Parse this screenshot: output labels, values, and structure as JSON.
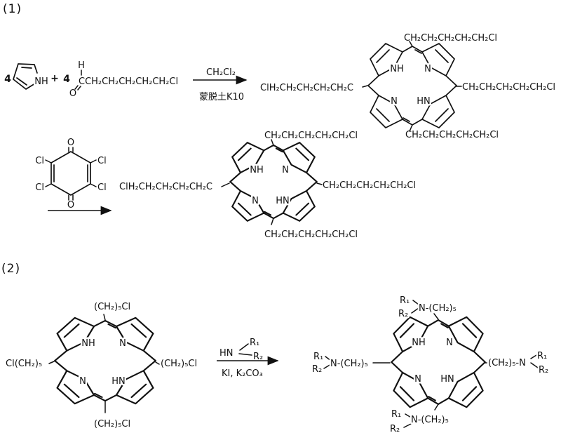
{
  "page": {
    "background": "#ffffff",
    "ink": "#111111"
  },
  "sections": {
    "one": "(1)",
    "two": "(2)"
  },
  "ring": {
    "nh": "NH",
    "n": "N",
    "hn": "HN"
  },
  "scheme1": {
    "pyrrole_coeff": "4",
    "plus": "+",
    "aldehyde_coeff": "4",
    "pyrrole_nh": "NH",
    "aldehyde_h": "H",
    "aldehyde_o": "O",
    "aldehyde_chain": "CCH₂CH₂CH₂CH₂CH₂Cl",
    "step1_solvent": "CH₂Cl₂",
    "step1_catalyst": "蒙脱土K10",
    "chain_cl_right": "CH₂CH₂CH₂CH₂CH₂Cl",
    "chain_cl_left": "ClH₂CH₂CH₂CH₂CH₂C",
    "quinone_o": "O",
    "quinone_cl": "Cl"
  },
  "scheme2": {
    "amine_hn": "HN",
    "r1": "R₁",
    "r2": "R₂",
    "conditions": "KI, K₂CO₃",
    "chain_pent_cl": "(CH₂)₅Cl",
    "chain_cl_pent": "Cl(CH₂)₅",
    "chain_n_pent": "N-(CH₂)₅",
    "chain_pent_n": "(CH₂)₅-N"
  }
}
